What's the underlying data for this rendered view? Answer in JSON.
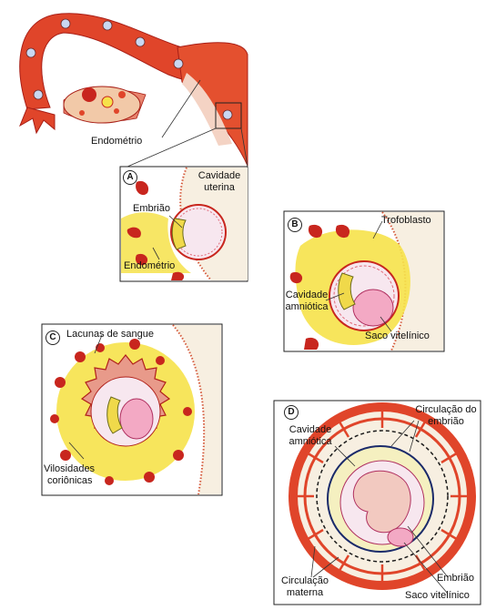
{
  "panels": {
    "A": {
      "badge": "A",
      "cavity_l1": "Cavidade",
      "cavity_l2": "uterina",
      "embryo": "Embrião",
      "endometrium": "Endométrio"
    },
    "B": {
      "badge": "B",
      "trophoblast": "Trofoblasto",
      "amn_l1": "Cavidade",
      "amn_l2": "amniótica",
      "yolk": "Saco vitelínico"
    },
    "C": {
      "badge": "C",
      "lacunae": "Lacunas de sangue",
      "villi_l1": "Vilosidades",
      "villi_l2": "coriônicas"
    },
    "D": {
      "badge": "D",
      "emb_circ_l1": "Circulação do",
      "emb_circ_l2": "embrião",
      "amn_l1": "Cavidade",
      "amn_l2": "amniótica",
      "mat_l1": "Circulação",
      "mat_l2": "materna",
      "embryo": "Embrião",
      "yolk": "Saco vitelínico"
    }
  },
  "top": {
    "endometrium": "Endométrio"
  },
  "colors": {
    "tissue_red": "#e0452a",
    "dark_red": "#b0201a",
    "yellow": "#f6e24a",
    "pink": "#f3a9c4",
    "cream": "#f7efe1"
  }
}
